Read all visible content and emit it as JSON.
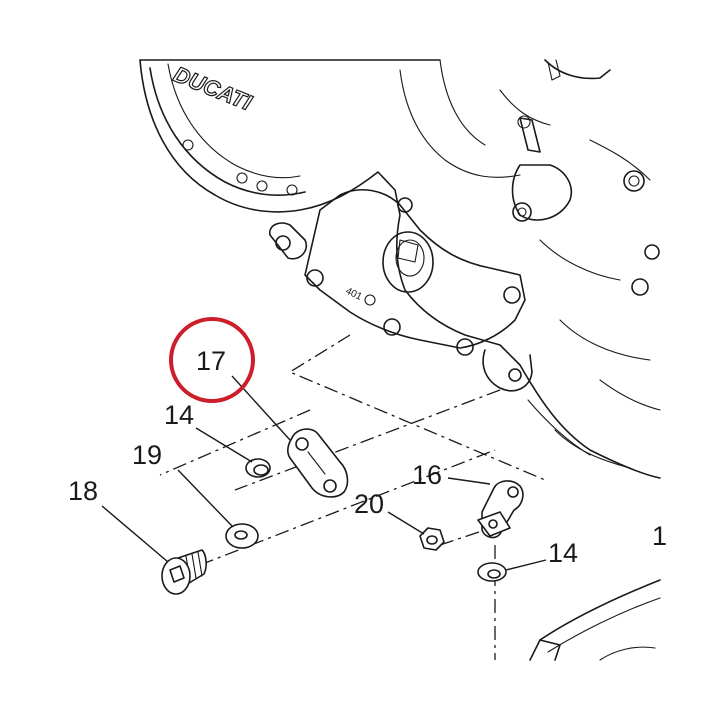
{
  "diagram": {
    "brand_text": "DUCATI",
    "stamp_text": "401",
    "highlight_color": "#cc1f2b",
    "highlighted_part": "17",
    "callouts": [
      {
        "id": "17",
        "label": "17"
      },
      {
        "id": "14a",
        "label": "14"
      },
      {
        "id": "19",
        "label": "19"
      },
      {
        "id": "18",
        "label": "18"
      },
      {
        "id": "16",
        "label": "16"
      },
      {
        "id": "20",
        "label": "20"
      },
      {
        "id": "14b",
        "label": "14"
      },
      {
        "id": "edge",
        "label": "1"
      }
    ]
  }
}
